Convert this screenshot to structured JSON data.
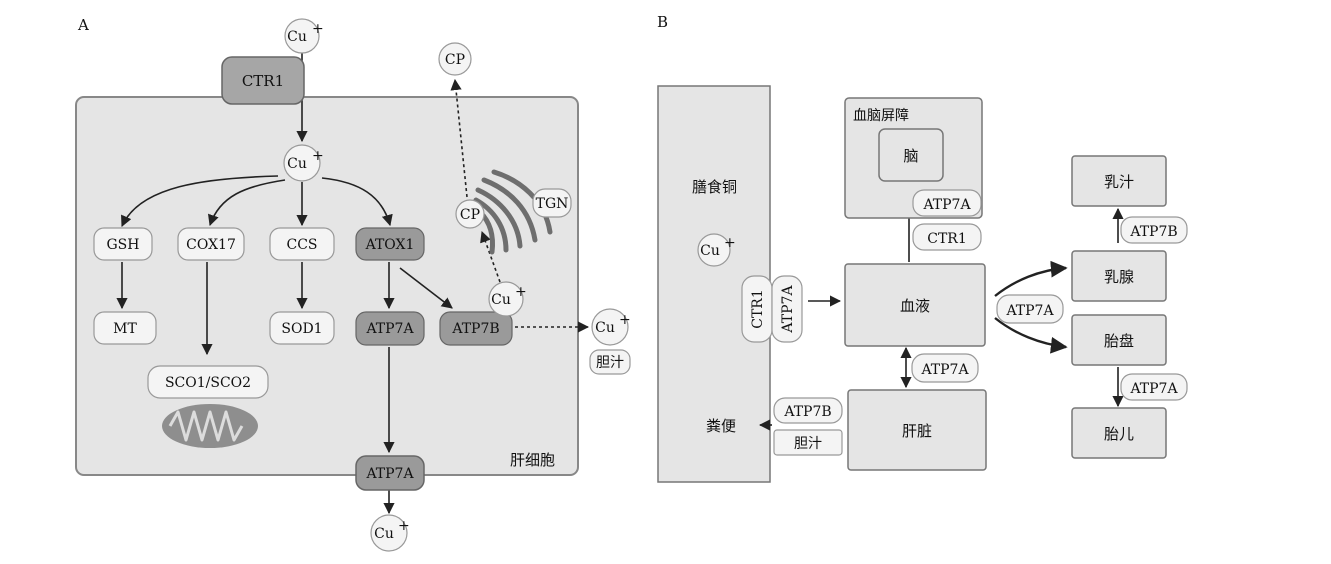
{
  "colors": {
    "cell_fill": "#e5e5e5",
    "cell_stroke": "#777777",
    "node_light": "#f4f4f4",
    "node_dark": "#9a9a9a",
    "arrow": "#222222",
    "organelle": "#6e6e6e"
  },
  "panel_a": {
    "label": "A",
    "cu_top": "Cu",
    "cu_mid": "Cu",
    "cu_bottom": "Cu",
    "cu_atp7b": "Cu",
    "cu_bile": "Cu",
    "superscript": "+",
    "ctr1": "CTR1",
    "gsh": "GSH",
    "cox17": "COX17",
    "ccs": "CCS",
    "atox1": "ATOX1",
    "mt": "MT",
    "sod1": "SOD1",
    "atp7a_inner": "ATP7A",
    "atp7b": "ATP7B",
    "sco": "SCO1/SCO2",
    "atp7a_membrane": "ATP7A",
    "cp_top": "CP",
    "cp_golgi": "CP",
    "tgn": "TGN",
    "bile": "胆汁",
    "cell_label": "肝细胞"
  },
  "panel_b": {
    "label": "B",
    "dietary_copper": "膳食铜",
    "cu": "Cu",
    "superscript": "+",
    "ctr1_gut": "CTR1",
    "atp7a_gut": "ATP7A",
    "blood": "血液",
    "bbb": "血脑屏障",
    "brain": "脑",
    "atp7a_brain": "ATP7A",
    "ctr1_brain": "CTR1",
    "atp7a_liver": "ATP7A",
    "liver": "肝脏",
    "atp7b_liver": "ATP7B",
    "bile": "胆汁",
    "feces": "粪便",
    "milk": "乳汁",
    "atp7b_milk": "ATP7B",
    "mammary": "乳腺",
    "atp7a_split": "ATP7A",
    "placenta": "胎盘",
    "atp7a_fetus": "ATP7A",
    "fetus": "胎儿"
  }
}
